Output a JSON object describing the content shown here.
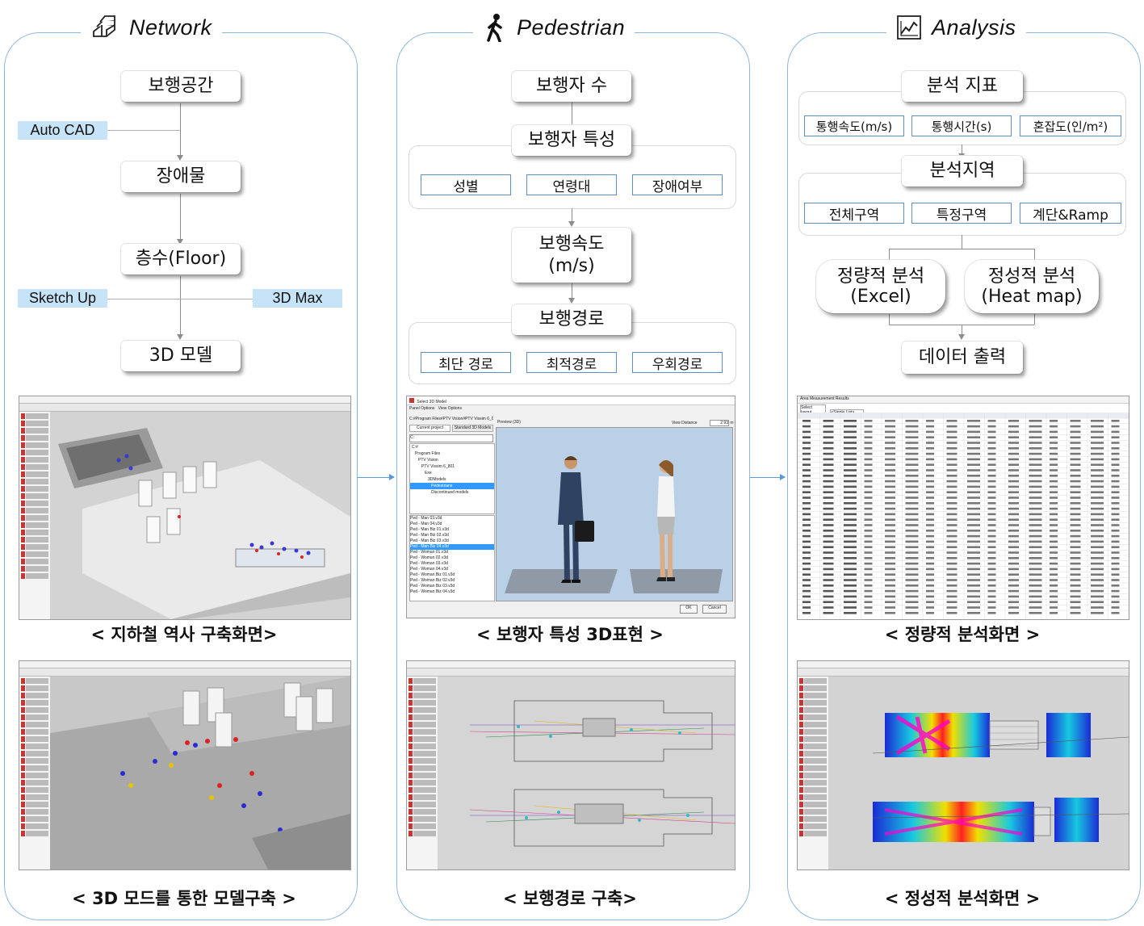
{
  "network": {
    "title": "Network",
    "icon": "layers-icon",
    "steps": [
      "보행공간",
      "장애물",
      "층수(Floor)",
      "3D 모델"
    ],
    "tags": {
      "autocad": "Auto CAD",
      "sketchup": "Sketch Up",
      "max3d": "3D Max"
    },
    "captions": [
      "< 지하철 역사 구축화면>",
      "< 3D 모드를 통한 모델구축 >"
    ]
  },
  "pedestrian": {
    "title": "Pedestrian",
    "icon": "walking-person-icon",
    "count": "보행자 수",
    "traits": {
      "label": "보행자 특성",
      "items": [
        "성별",
        "연령대",
        "장애여부"
      ]
    },
    "speed": "보행속도\n(m/s)",
    "route": {
      "label": "보행경로",
      "items": [
        "최단 경로",
        "최적경로",
        "우회경로"
      ]
    },
    "captions": [
      "< 보행자 특성 3D표현 >",
      "< 보행경로 구축>"
    ],
    "dialog": {
      "title": "Select 3D Model",
      "menu": [
        "Panel Options",
        "View Options"
      ],
      "path": "C:#Program Files#PTV Vision#PTV Vissim 6_0...",
      "tabs": [
        "Current project",
        "Standard 3D Models"
      ],
      "preview": "Preview (3D)",
      "view_distance_label": "View Distance",
      "view_distance": "2.93",
      "view_distance_unit": "m",
      "drive": "C:",
      "tree": [
        "C:#",
        "Program Files",
        "PTV Vision",
        "PTV Vissim 6_801",
        "Exe",
        "3DModels",
        "Pedestrians",
        "Discontinued models"
      ],
      "files": [
        "Ped - Man 03.v3d",
        "Ped - Man 04.v3d",
        "Ped - Man Biz 01.v3d",
        "Ped - Man Biz 02.v3d",
        "Ped - Man Biz 03.v3d",
        "Ped - Man Biz 04.v3d",
        "Ped - Woman 01.v3d",
        "Ped - Woman 02.v3d",
        "Ped - Woman 03.v3d",
        "Ped - Woman 04.v3d",
        "Ped - Woman Biz 01.v3d",
        "Ped - Woman Biz 02.v3d",
        "Ped - Woman Biz 03.v3d",
        "Ped - Woman Biz 04.v3d"
      ],
      "selected_file": "Ped - Man Biz 04.v3d",
      "ok": "OK",
      "cancel": "Cancel"
    }
  },
  "analysis": {
    "title": "Analysis",
    "icon": "line-chart-icon",
    "index": {
      "label": "분석 지표",
      "items": [
        "통행속도(m/s)",
        "통행시간(s)",
        "혼잡도(인/m²)"
      ]
    },
    "area": {
      "label": "분석지역",
      "items": [
        "전체구역",
        "특정구역",
        "계단&Ramp"
      ]
    },
    "quant": "정량적 분석\n(Excel)",
    "qual": "정성적 분석\n(Heat map)",
    "output": "데이터 출력",
    "captions": [
      "< 정량적 분석화면 >",
      "< 정성적 분석화면 >"
    ],
    "table": {
      "window_title": "Area Measurement Results",
      "select_layout": "Select layout...",
      "filter": "<Single List>"
    }
  },
  "colors": {
    "panel_border": "#8fb7dd",
    "tag_fill": "#c6e3f8",
    "sub_border": "#5b8fc6",
    "flow_arrow": "#5a9bd5"
  }
}
